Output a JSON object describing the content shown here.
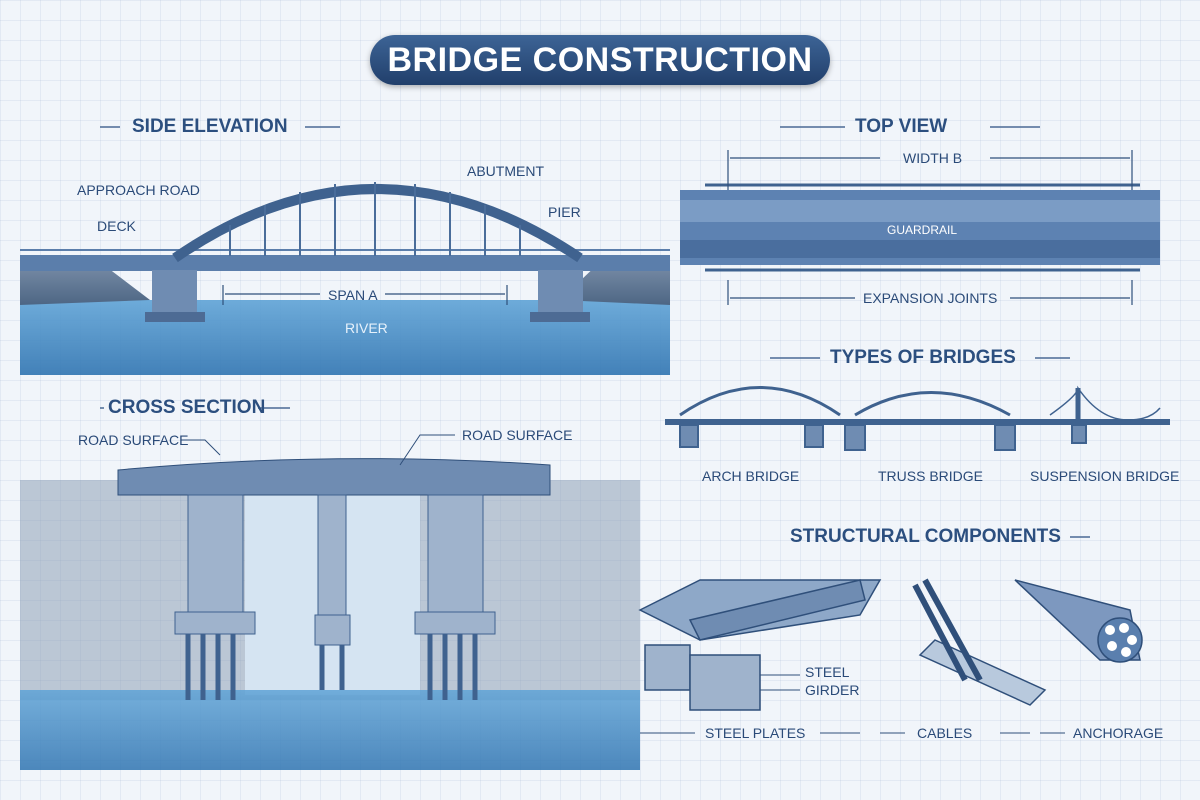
{
  "title": "BRIDGE CONSTRUCTION",
  "side_elevation": {
    "heading": "SIDE ELEVATION",
    "labels": {
      "approach_road": "APPROACH ROAD",
      "deck": "DECK",
      "abutment": "ABUTMENT",
      "pier": "PIER",
      "span": "SPAN A",
      "river": "RIVER"
    }
  },
  "top_view": {
    "heading": "TOP VIEW",
    "labels": {
      "width": "WIDTH B",
      "guardrail": "GUARDRAIL",
      "expansion_joints": "EXPANSION JOINTS"
    }
  },
  "cross_section": {
    "heading": "CROSS SECTION",
    "labels": {
      "road_surface_left": "ROAD SURFACE",
      "road_surface_right": "ROAD SURFACE"
    }
  },
  "types_of_bridges": {
    "heading": "TYPES OF BRIDGES",
    "items": [
      "ARCH BRIDGE",
      "TRUSS BRIDGE",
      "SUSPENSION BRIDGE"
    ]
  },
  "structural_components": {
    "heading": "STRUCTURAL COMPONENTS",
    "steel_girder": [
      "STEEL",
      "GIRDER"
    ],
    "items": [
      "STEEL PLATES",
      "CABLES",
      "ANCHORAGE"
    ]
  },
  "colors": {
    "navy": "#2c4f7f",
    "water": "#3c86bf",
    "steel": "#5a7fae"
  }
}
